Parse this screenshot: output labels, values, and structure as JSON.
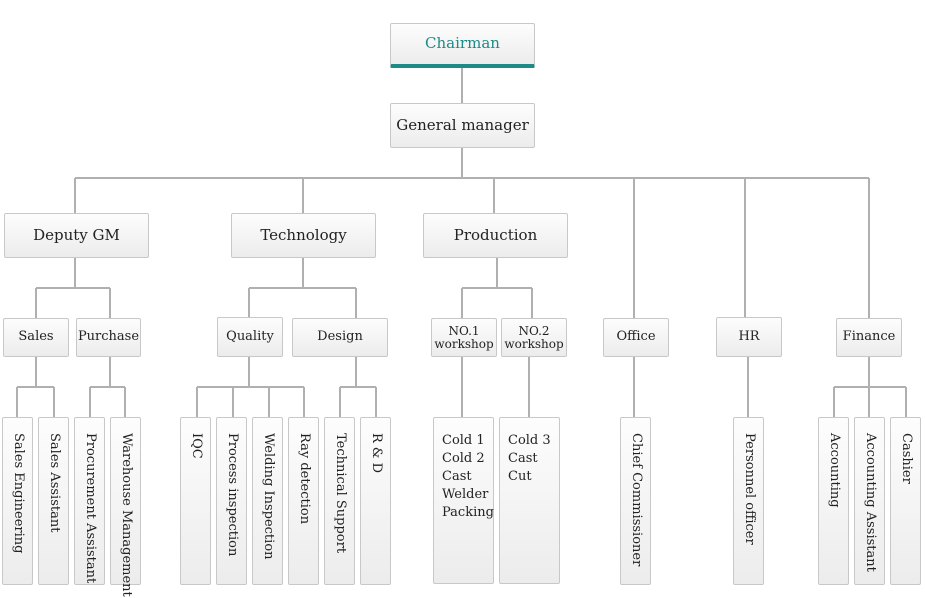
{
  "top": {
    "chairman": "Chairman",
    "general_manager": "General manager"
  },
  "departments": {
    "deputy_gm": "Deputy GM",
    "technology": "Technology",
    "production": "Production",
    "office": "Office",
    "hr": "HR",
    "finance": "Finance"
  },
  "sub_departments": {
    "sales": "Sales",
    "purchase": "Purchase",
    "quality": "Quality",
    "design": "Design",
    "workshop1_line1": "NO.1",
    "workshop1_line2": "workshop",
    "workshop2_line1": "NO.2",
    "workshop2_line2": "workshop"
  },
  "roles": {
    "sales_engineering": "Sales Engineering",
    "sales_assistant": "Sales Assistant",
    "procurement_assistant": "Procurement Assistant",
    "warehouse_management": "Warehouse Management",
    "iqc": "IQC",
    "process_inspection": "Process inspection",
    "welding_inspection": "Welding Inspection",
    "ray_detection": "Ray detection",
    "technical_support": "Technical Support",
    "rd": "R & D",
    "chief_commissioner": "Chief Commissioner",
    "personnel_officer": "Personnel officer",
    "accounting": "Accounting",
    "accounting_assistant": "Accounting Assistant",
    "cashier": "Cashier"
  },
  "workshop1_items": [
    "Cold 1",
    "Cold 2",
    "Cast",
    "Welder",
    "Packing"
  ],
  "workshop2_items": [
    "Cold 3",
    "Cast",
    "Cut"
  ],
  "colors": {
    "accent": "#1e8a87",
    "connector": "#b0b0b0",
    "box_border": "#c8c8c8"
  }
}
